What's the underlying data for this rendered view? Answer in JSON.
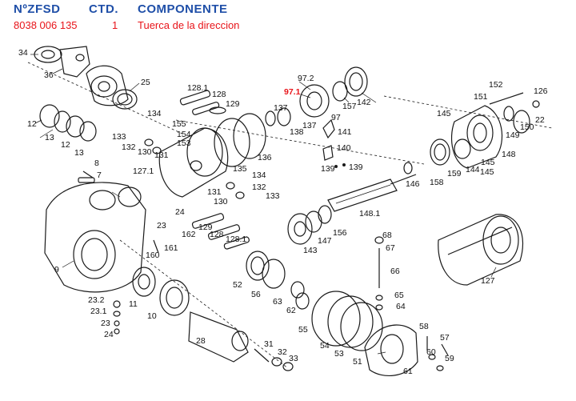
{
  "header": {
    "columns": [
      "NºZFSD",
      "CTD.",
      "COMPONENTE"
    ],
    "row": {
      "code": "8038 006 135",
      "qty": "1",
      "component": "Tuerca de la direccion"
    },
    "title_color": "#1f4fa8",
    "value_color": "#e8141a"
  },
  "diagram": {
    "highlight_label": "97.1",
    "labels": [
      "34",
      "36",
      "25",
      "128.1",
      "128",
      "129",
      "97.2",
      "97.1",
      "97",
      "137",
      "138",
      "137",
      "142",
      "157",
      "141",
      "140",
      "139",
      "139",
      "152",
      "151",
      "126",
      "22",
      "150",
      "149",
      "148",
      "145",
      "145",
      "144",
      "145",
      "159",
      "158",
      "146",
      "136",
      "134",
      "12",
      "13",
      "12",
      "13",
      "133",
      "132",
      "130",
      "131",
      "155",
      "154",
      "153",
      "135",
      "134",
      "132",
      "133",
      "131",
      "130",
      "8",
      "7",
      "127.1",
      "24",
      "23",
      "162",
      "129",
      "128",
      "128.1",
      "148.1",
      "147",
      "156",
      "143",
      "9",
      "160",
      "161",
      "68",
      "67",
      "66",
      "65",
      "64",
      "127",
      "52",
      "56",
      "63",
      "62",
      "11",
      "10",
      "23.2",
      "23.1",
      "23",
      "24",
      "28",
      "31",
      "32",
      "33",
      "55",
      "54",
      "53",
      "51",
      "61",
      "60",
      "59",
      "58",
      "57"
    ]
  }
}
